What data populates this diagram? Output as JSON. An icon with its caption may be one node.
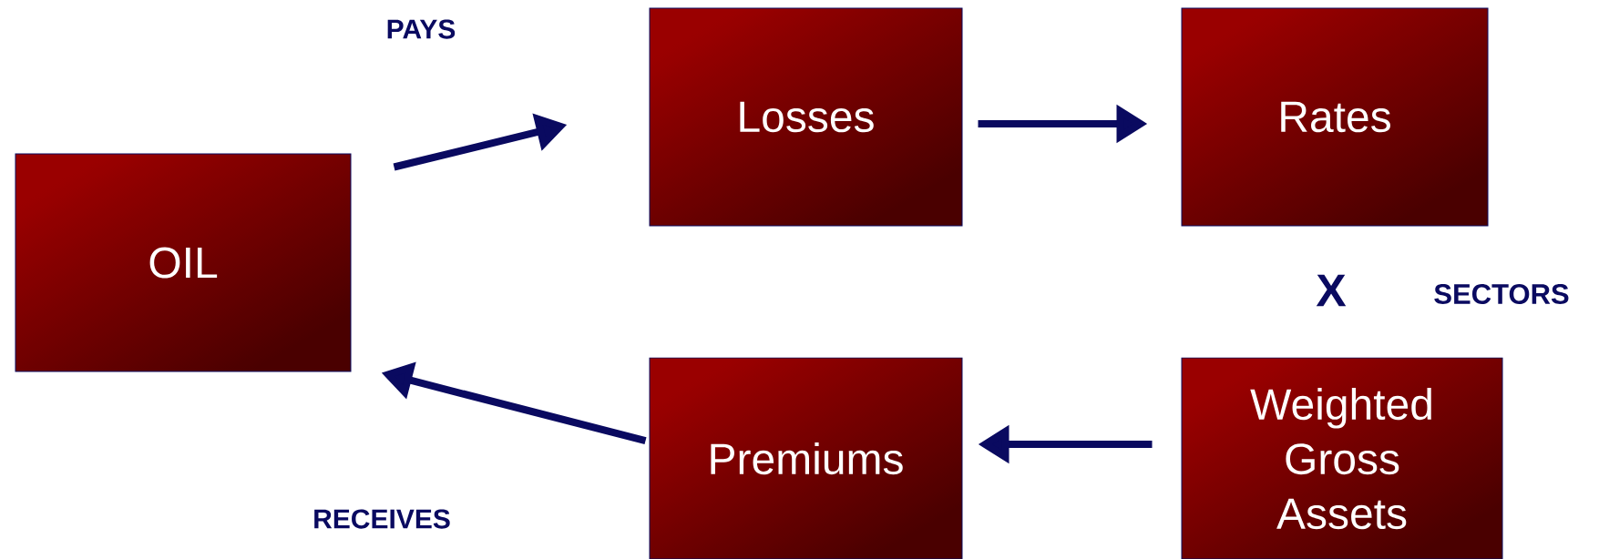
{
  "diagram": {
    "nodes": [
      {
        "text": [
          "OIL"
        ]
      },
      {
        "text": [
          "Losses"
        ]
      },
      {
        "text": [
          "Rates"
        ]
      },
      {
        "text": [
          "Premiums"
        ]
      },
      {
        "text": [
          "Weighted Gross Assets"
        ]
      }
    ],
    "edges": [
      {
        "from": 0,
        "to": 1,
        "arrow": "to",
        "label": "PAYS"
      },
      {
        "from": 1,
        "to": 2,
        "arrow": "to"
      },
      {
        "from": 4,
        "to": 3,
        "arrow": "to"
      },
      {
        "from": 3,
        "to": 0,
        "arrow": "to",
        "label": "RECEIVES"
      }
    ],
    "labels": [
      "X",
      "SECTORS"
    ]
  }
}
